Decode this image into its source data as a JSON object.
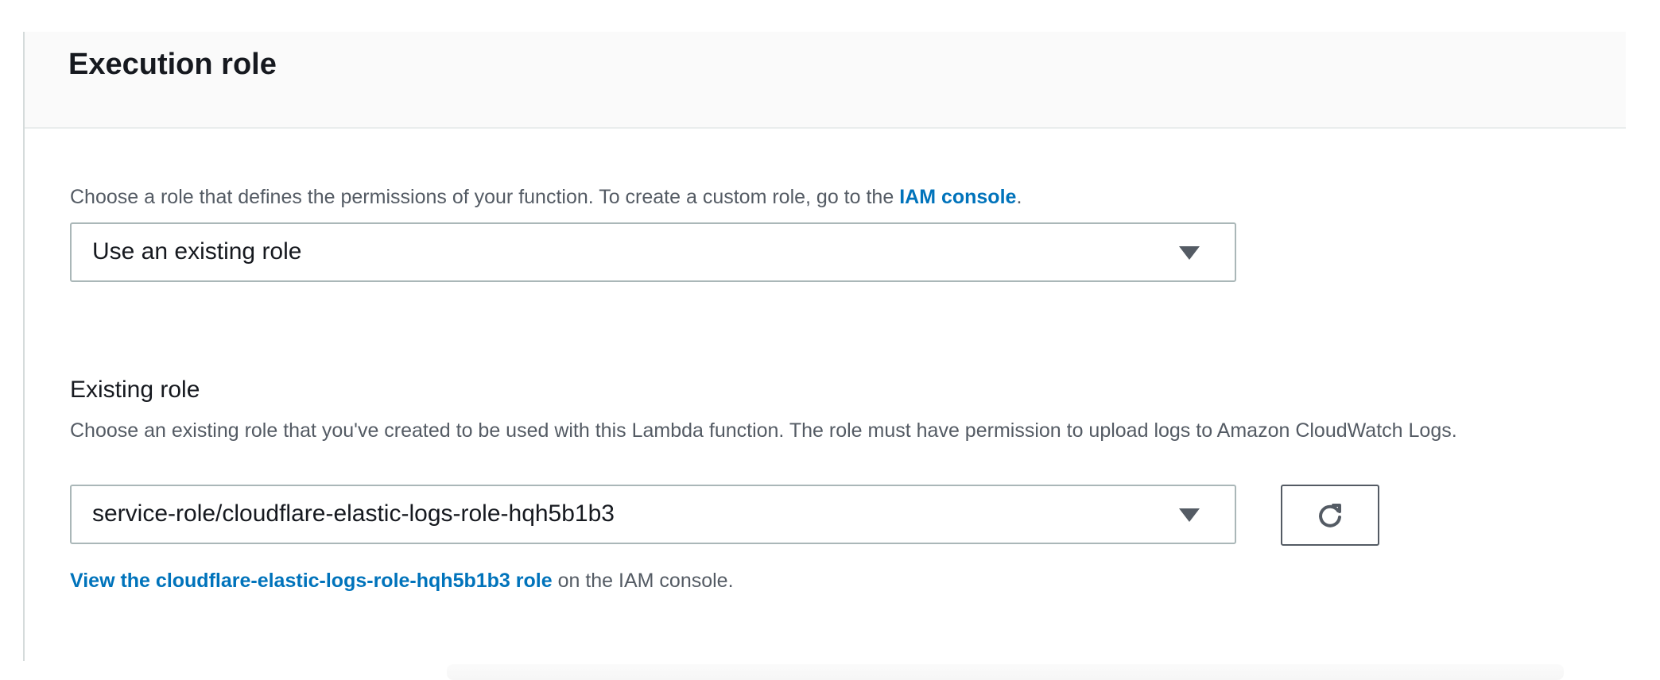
{
  "section": {
    "title": "Execution role"
  },
  "role_choice": {
    "description": "Choose a role that defines the permissions of your function. To create a custom role, go to the ",
    "iam_link": "IAM console",
    "description_end": ".",
    "selected": "Use an existing role"
  },
  "existing_role": {
    "label": "Existing role",
    "description": "Choose an existing role that you've created to be used with this Lambda function. The role must have permission to upload logs to Amazon CloudWatch Logs.",
    "selected": "service-role/cloudflare-elastic-logs-role-hqh5b1b3",
    "refresh_icon": "refresh-icon",
    "view_link": "View the cloudflare-elastic-logs-role-hqh5b1b3 role",
    "view_suffix": " on the IAM console."
  },
  "colors": {
    "link": "#0073bb",
    "text": "#16191f",
    "muted": "#545b64",
    "border": "#aab7b8"
  }
}
